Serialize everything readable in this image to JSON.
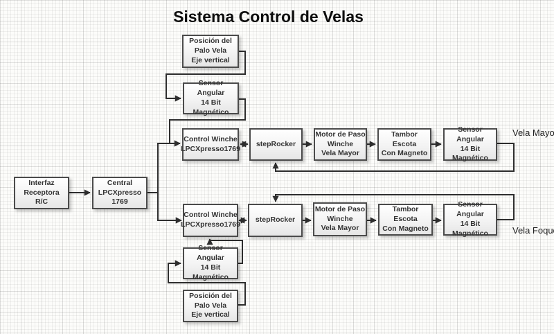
{
  "title": "Sistema Control de Velas",
  "colors": {
    "line": "#2e2e2e",
    "box_border": "#4b4b4b",
    "box_fill_top": "#ffffff",
    "box_fill_bottom": "#e6e6e6",
    "grid": "#d9d9d9",
    "background": "#fcfcfa"
  },
  "nodes": {
    "interfaz": {
      "label": "Interfaz\nReceptora\nR/C"
    },
    "central": {
      "label": "Central\nLPCXpresso 1769"
    },
    "posicion_top": {
      "label": "Posición del\nPalo Vela\nEje vertical"
    },
    "sensor_top": {
      "label": "Sensor Angular\n14 Bit Magnético"
    },
    "control_winche_1": {
      "label": "Control Winche\nLPCXpresso1769"
    },
    "steprocker_1": {
      "label": "stepRocker"
    },
    "motor_1": {
      "label": "Motor de Paso\nWinche\nVela Mayor"
    },
    "tambor_1": {
      "label": "Tambor Escota\nCon Magneto"
    },
    "sensor_1": {
      "label": "Sensor Angular\n14 Bit Magnético"
    },
    "control_winche_2": {
      "label": "Control Winche\nLPCXpresso1769"
    },
    "steprocker_2": {
      "label": "stepRocker"
    },
    "motor_2": {
      "label": "Motor de Paso\nWinche\nVela Mayor"
    },
    "tambor_2": {
      "label": "Tambor Escota\nCon Magneto"
    },
    "sensor_2": {
      "label": "Sensor Angular\n14 Bit Magnético"
    },
    "sensor_bottom": {
      "label": "Sensor Angular\n14 Bit Magnético"
    },
    "posicion_bottom": {
      "label": "Posición del\nPalo Vela\nEje vertical"
    }
  },
  "annotations": {
    "vela_mayor": "Vela Mayor",
    "vela_foque": "Vela Foque"
  }
}
